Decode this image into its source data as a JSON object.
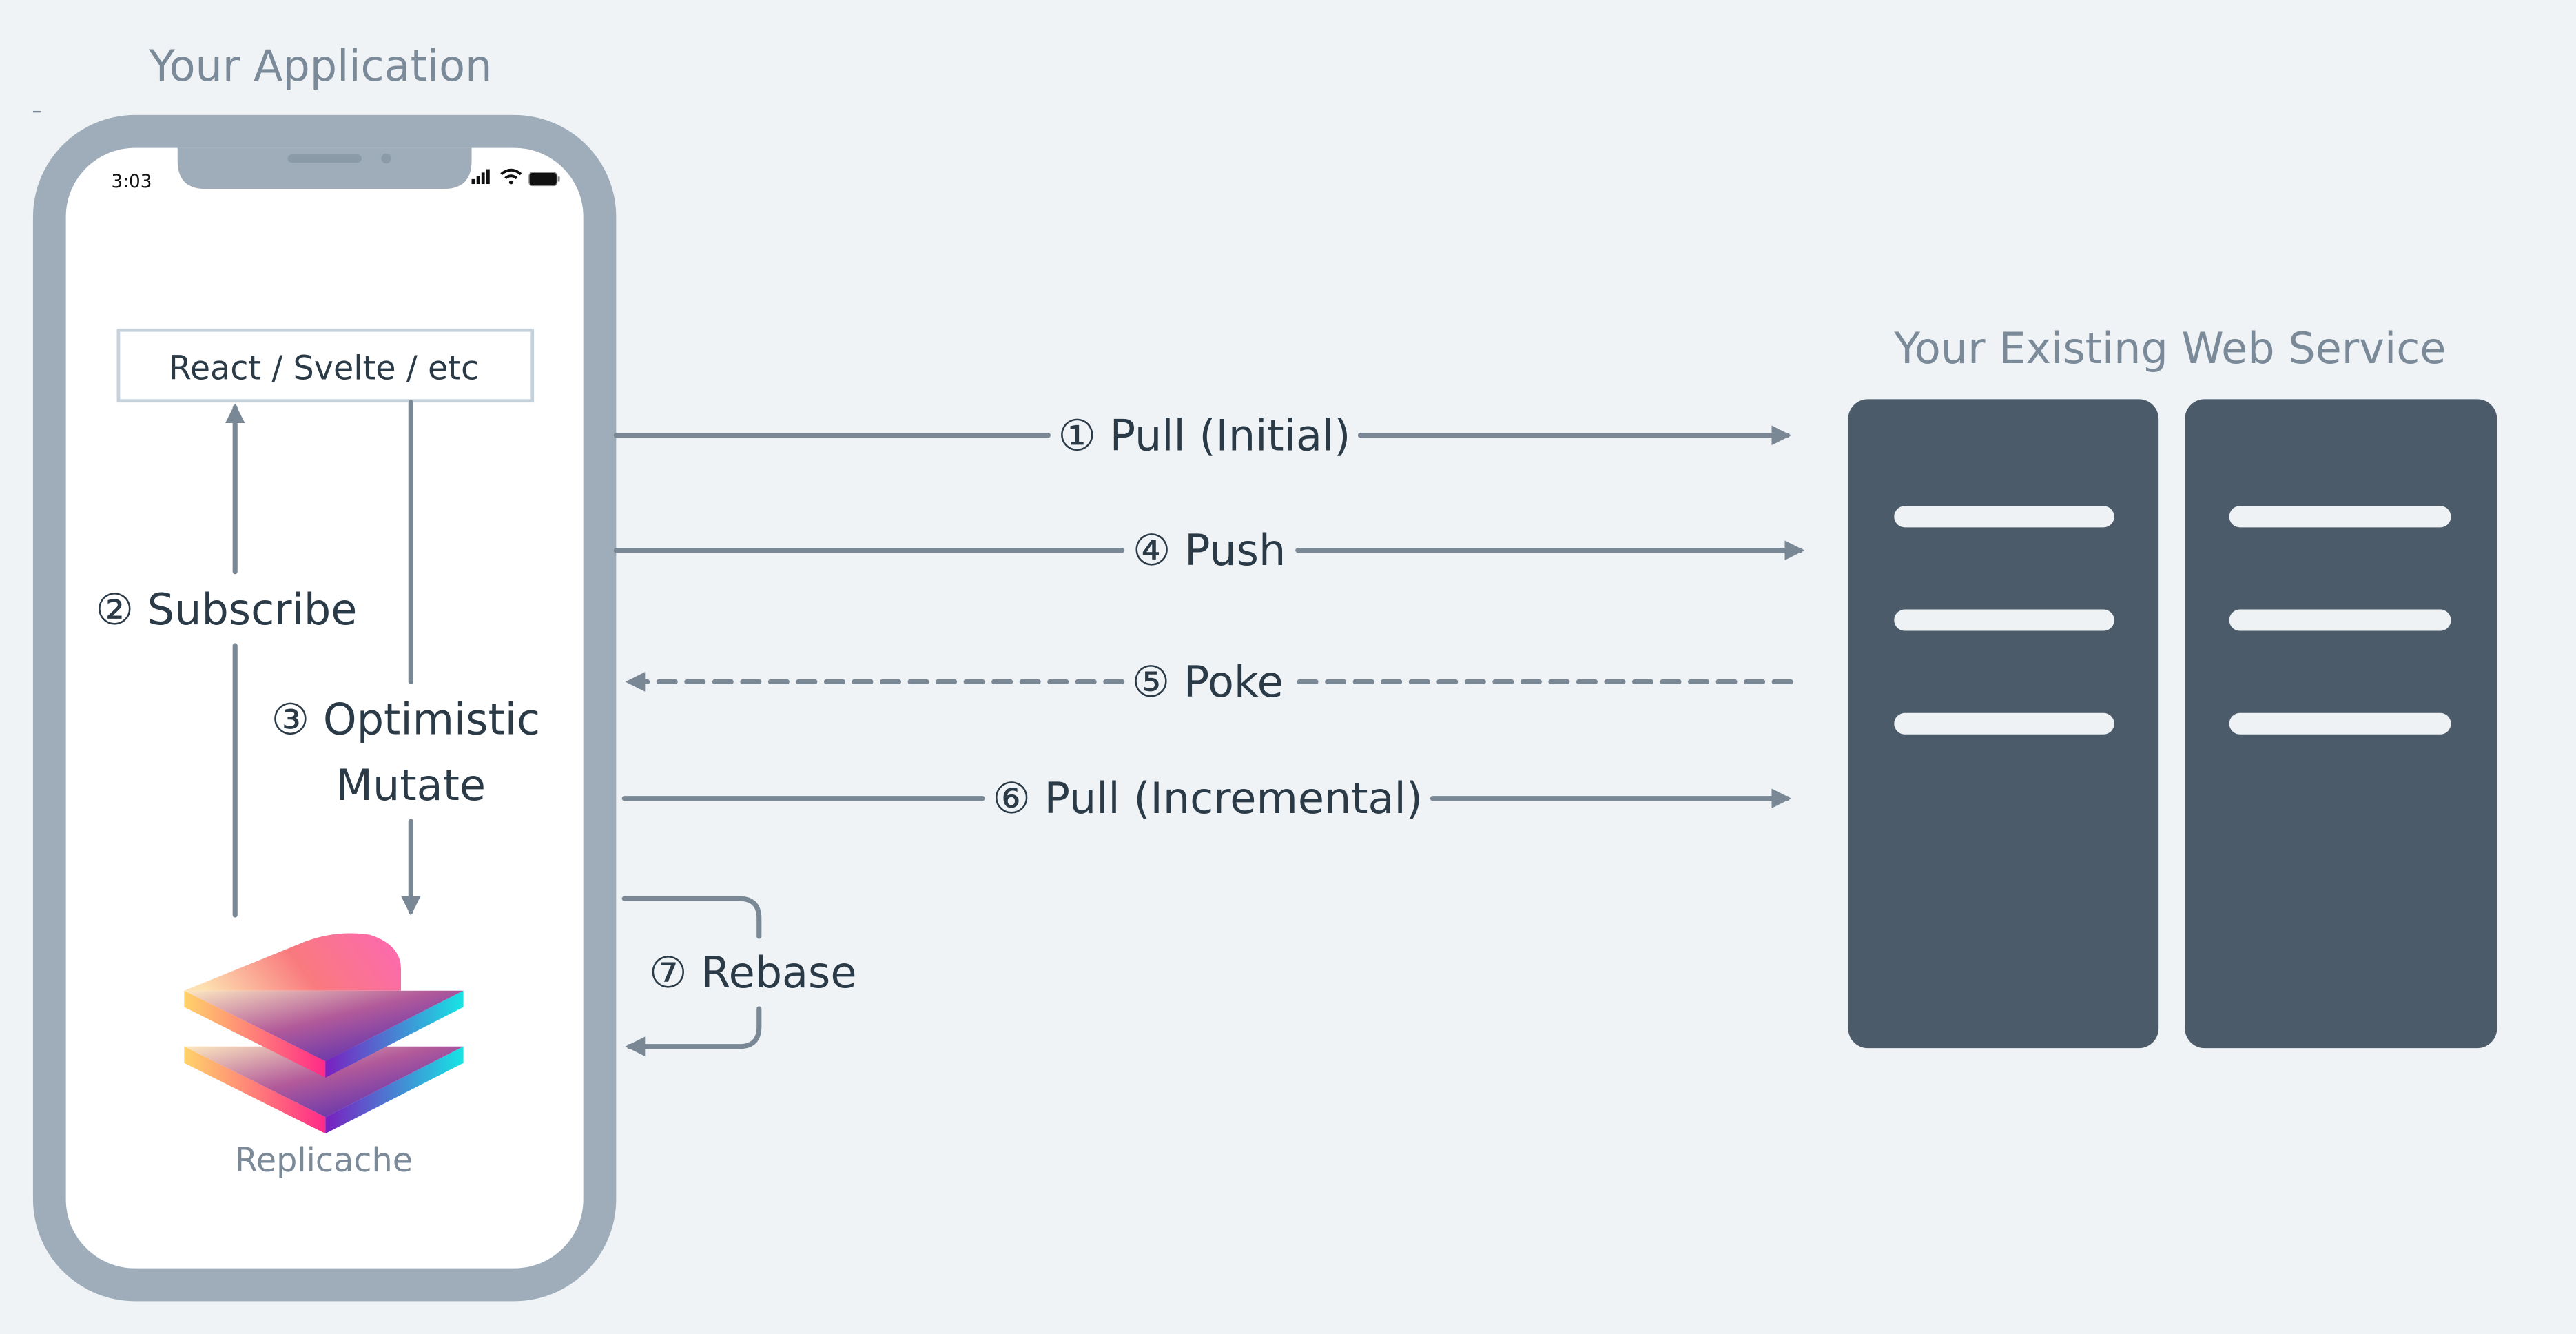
{
  "app": {
    "title": "Your Application",
    "status_time": "3:03",
    "framework_label": "React / Svelte / etc",
    "library_label": "Replicache"
  },
  "server": {
    "title": "Your Existing Web Service"
  },
  "steps": {
    "pull_initial": "① Pull (Initial)",
    "subscribe": "② Subscribe",
    "optimistic_line1": "③ Optimistic",
    "optimistic_line2": "Mutate",
    "push": "④ Push",
    "poke": "⑤ Poke",
    "pull_incremental": "⑥ Pull (Incremental)",
    "rebase": "⑦ Rebase"
  },
  "colors": {
    "background": "#eff3f6",
    "phone": "#9eadb9",
    "server": "#4b5b69",
    "arrow": "#7a8896",
    "text": "#2b3a47",
    "muted_text": "#7b8a99"
  }
}
